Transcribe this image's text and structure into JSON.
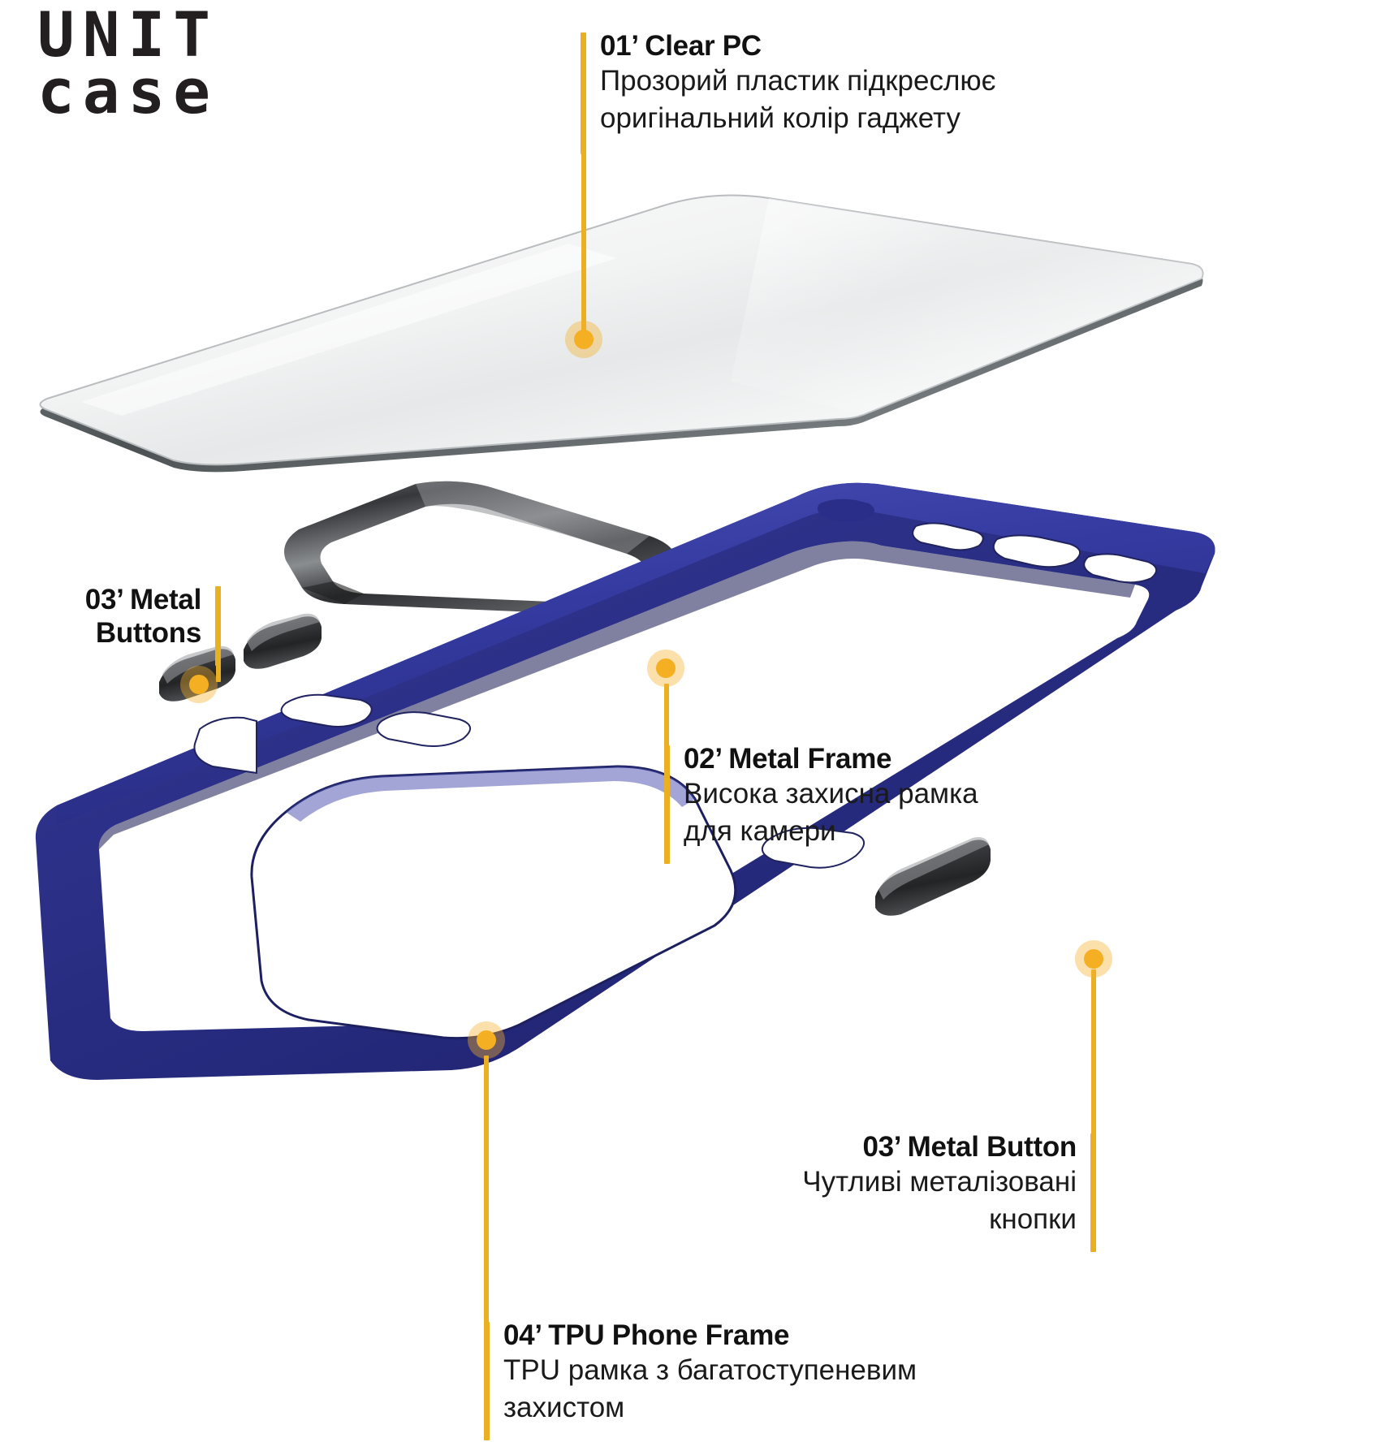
{
  "brand": {
    "line1": "UNIT",
    "line2": "CASE"
  },
  "palette": {
    "accent": "#EBB022",
    "dot": "#F5AF23",
    "navy": "#2B2E86",
    "navy_dark": "#1E2066",
    "metal_dark": "#3A3A3C",
    "text": "#111111",
    "background": "#FFFFFF"
  },
  "callouts": [
    {
      "id": "clear-pc",
      "title": "01’ Clear PC",
      "desc_lines": [
        "Прозорий пластик підкреслює",
        "оригінальний колір гаджету"
      ]
    },
    {
      "id": "metal-buttons",
      "title_lines": [
        "03’ Metal",
        "Buttons"
      ],
      "desc_lines": []
    },
    {
      "id": "metal-frame",
      "title": "02’ Metal Frame",
      "desc_lines": [
        "Висока захисна рамка",
        "для камери"
      ]
    },
    {
      "id": "metal-button",
      "title": "03’ Metal Button",
      "desc_lines": [
        "Чутливі металізовані",
        "кнопки"
      ]
    },
    {
      "id": "tpu-phone-frame",
      "title": "04’ TPU Phone Frame",
      "desc_lines": [
        "TPU рамка з багатоступеневим",
        "захистом"
      ]
    }
  ]
}
